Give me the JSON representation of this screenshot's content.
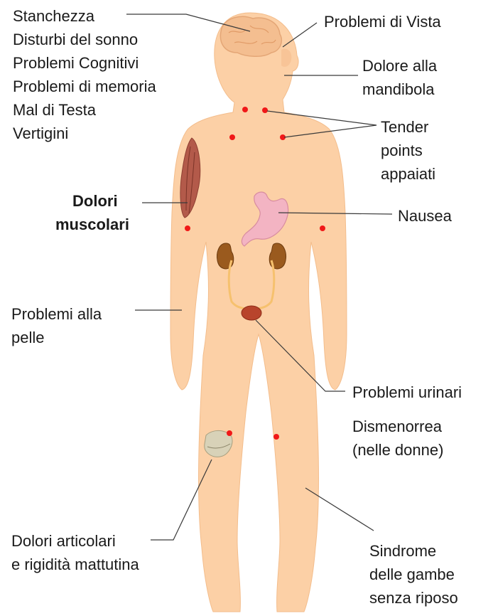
{
  "colors": {
    "skin": "#fcd0a6",
    "skin_edge": "#f3bd8c",
    "tender_point": "#f01818",
    "leader_line": "#3a3a3a",
    "muscle": "#b35a4a",
    "stomach": "#f3b4c3",
    "kidney": "#9a5a1e",
    "bladder": "#b8442c",
    "knee_joint": "#d8d2b8",
    "brain": "#f4be90"
  },
  "icons": {
    "brain": "brain-icon",
    "muscle": "bicep-muscle-icon",
    "stomach": "stomach-icon",
    "kidneys": "kidney-icon",
    "bladder": "bladder-icon",
    "knee": "knee-joint-icon",
    "tender_point": "tender-point-dot"
  },
  "labels": {
    "head_symptoms": [
      "Stanchezza",
      "Disturbi del sonno",
      "Problemi Cognitivi",
      "Problemi di memoria",
      "Mal di Testa",
      "Vertigini"
    ],
    "vision": "Problemi di Vista",
    "jaw": [
      "Dolore alla",
      "mandibola"
    ],
    "tender_points": [
      "Tender",
      "points",
      "appaiati"
    ],
    "muscle_pain": [
      "Dolori",
      "muscolari"
    ],
    "nausea": "Nausea",
    "skin": [
      "Problemi alla",
      "pelle"
    ],
    "urinary": "Problemi urinari",
    "dysmenorrhea": [
      "Dismenorrea",
      "(nelle donne)"
    ],
    "joint_pain": [
      "Dolori articolari",
      "e rigidità mattutina"
    ],
    "restless_legs": [
      "Sindrome",
      "delle gambe",
      "senza riposo"
    ]
  }
}
